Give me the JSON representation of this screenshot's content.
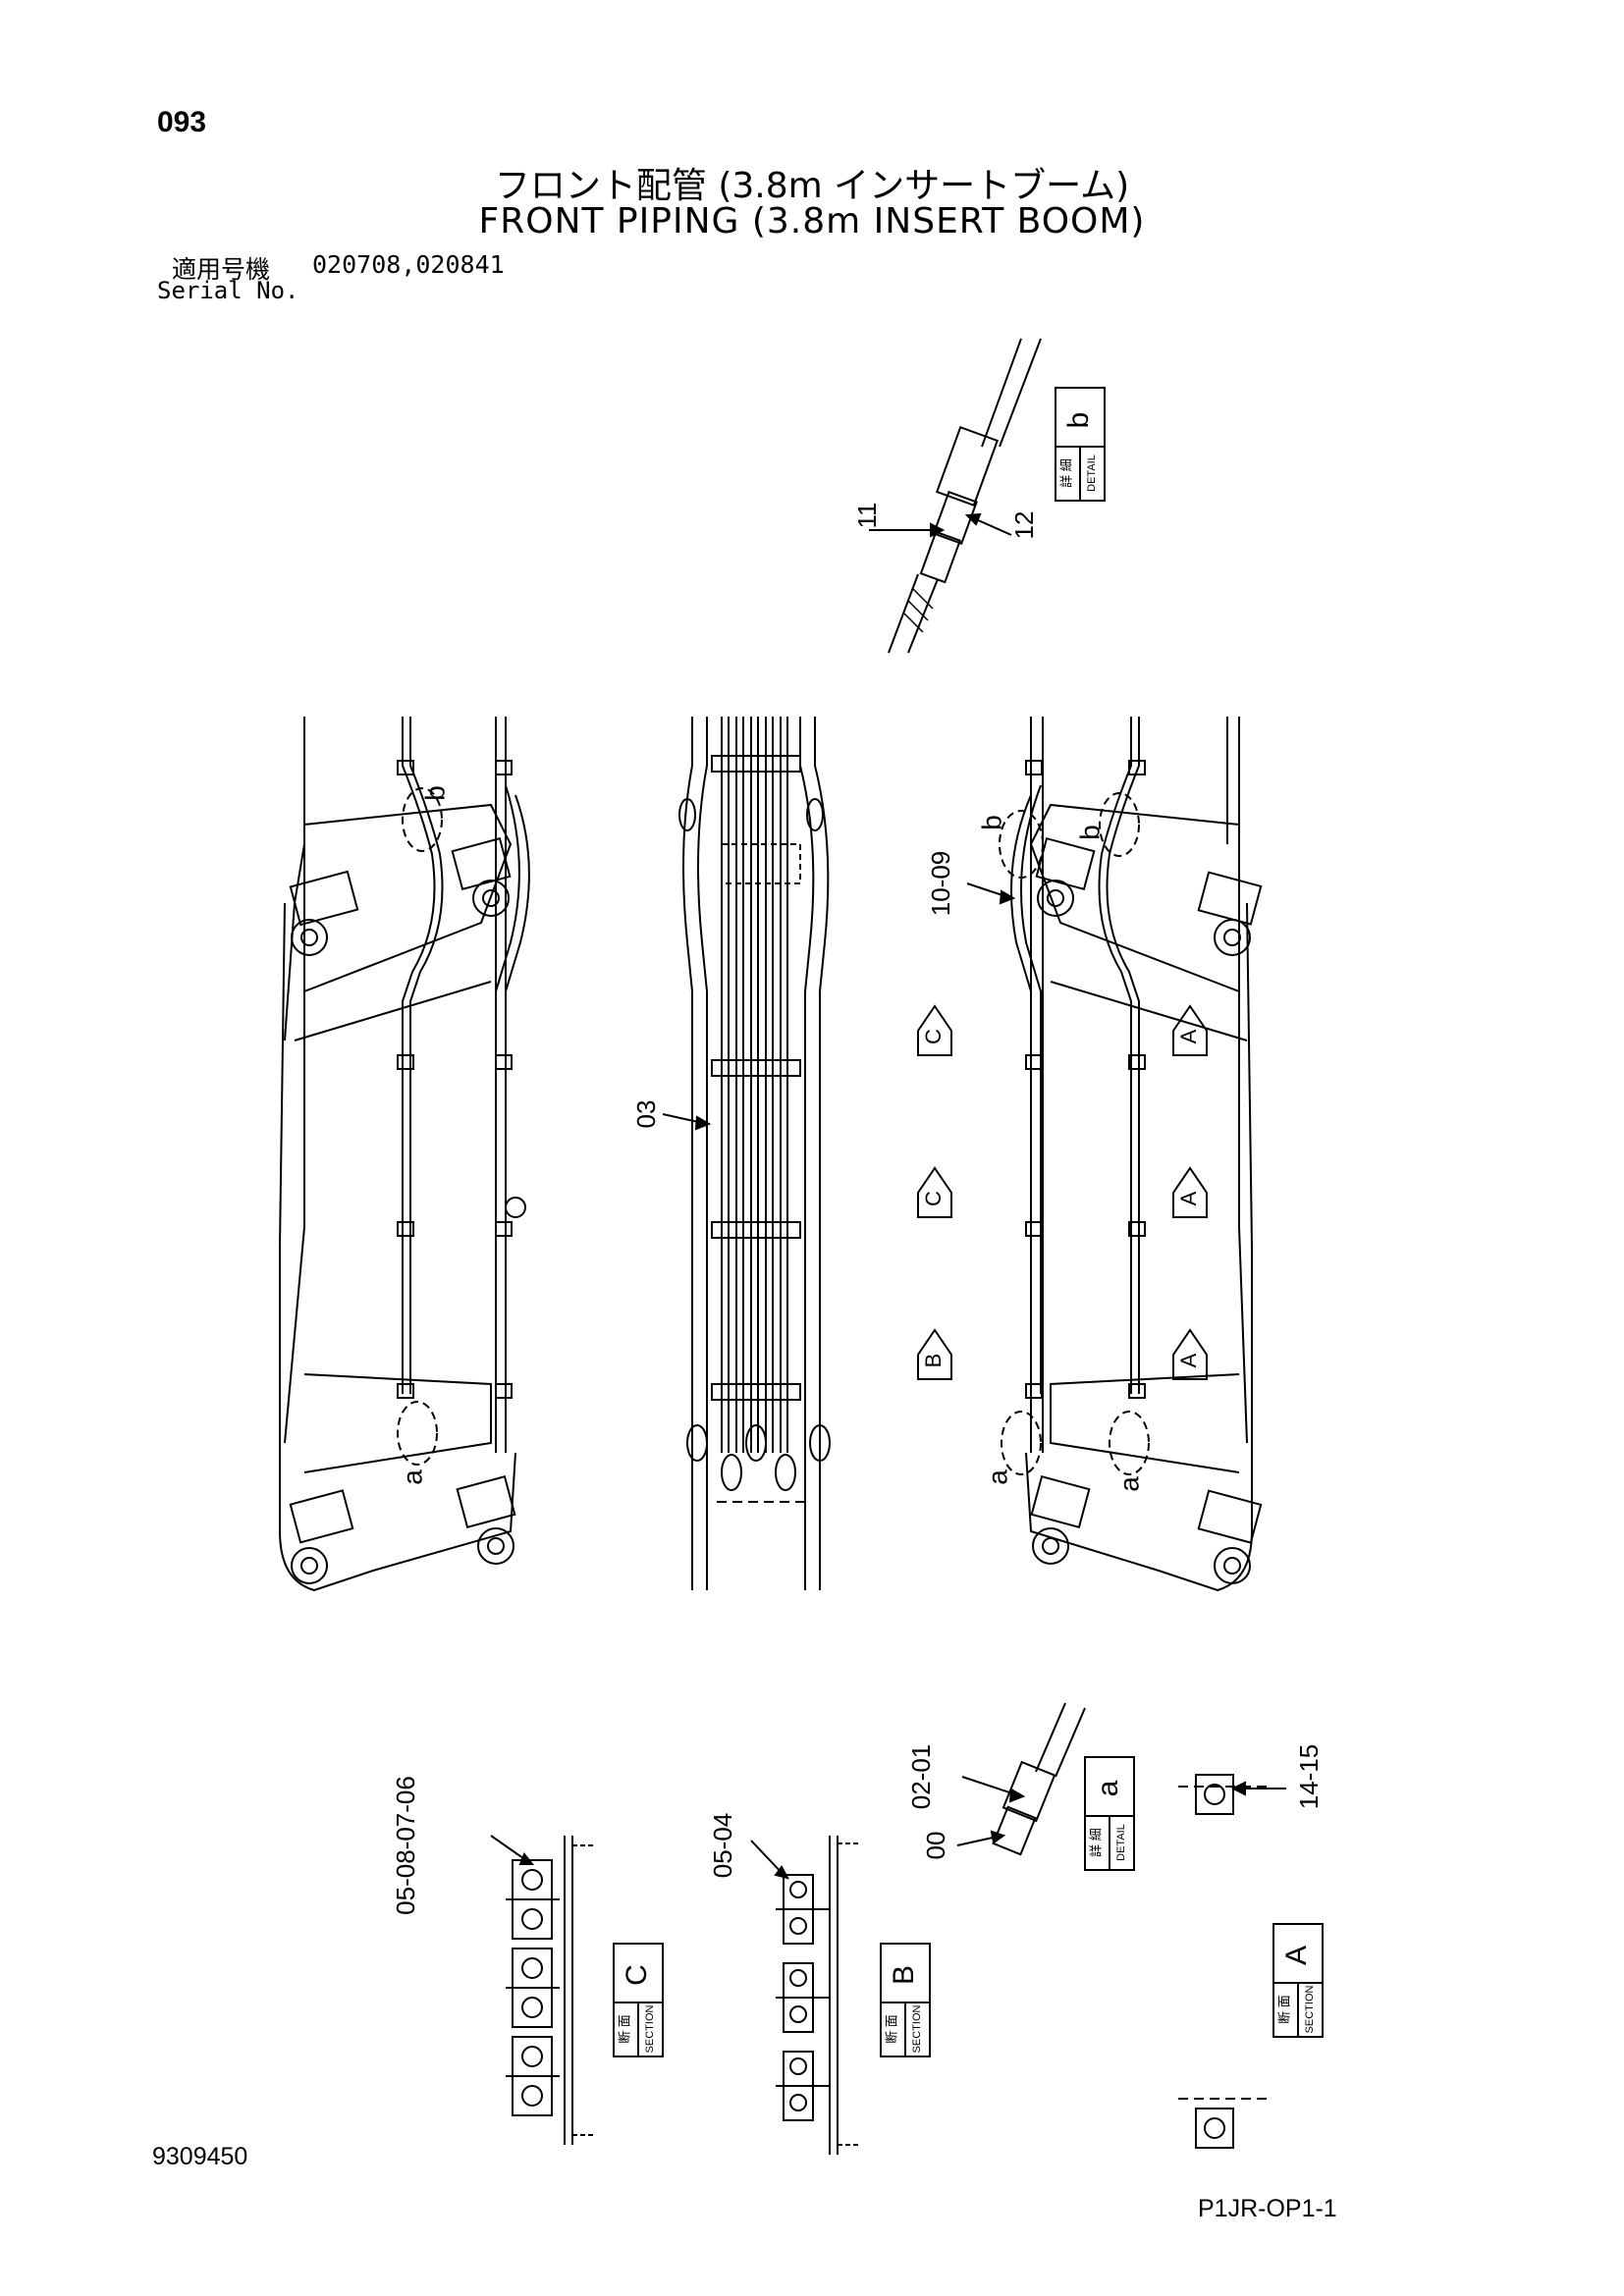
{
  "page_number": "093",
  "title_jp": "フロント配管 (3.8m インサートブーム)",
  "title_en": "FRONT PIPING (3.8m INSERT BOOM)",
  "serial": {
    "label_jp": "適用号機",
    "label_en": "Serial No.",
    "values": "020708,020841"
  },
  "detail_labels": {
    "detail_b": {
      "letter": "b",
      "jp": "詳 細",
      "en": "DETAIL"
    },
    "detail_a": {
      "letter": "a",
      "jp": "詳 細",
      "en": "DETAIL"
    },
    "section_c": {
      "letter": "C",
      "jp": "断 面",
      "en": "SECTION"
    },
    "section_b": {
      "letter": "B",
      "jp": "断 面",
      "en": "SECTION"
    },
    "section_a": {
      "letter": "A",
      "jp": "断 面",
      "en": "SECTION"
    }
  },
  "callouts": {
    "detail_b_11": "11",
    "detail_b_12": "12",
    "main_03": "03",
    "main_10_09": "10-09",
    "main_b_left": "b",
    "main_a_left": "a",
    "main_b_right1": "b",
    "main_b_right2": "b",
    "main_a_right1": "a",
    "main_a_right2": "a",
    "detail_a_02_01": "02-01",
    "detail_a_00": "00",
    "section_a_14_15": "14-15",
    "section_c_parts": "05-08-07-06",
    "section_b_parts": "05-04"
  },
  "view_arrows": [
    "C",
    "C",
    "B",
    "A",
    "A",
    "A"
  ],
  "document_number": "9309450",
  "sheet_code": "P1JR-OP1-1"
}
